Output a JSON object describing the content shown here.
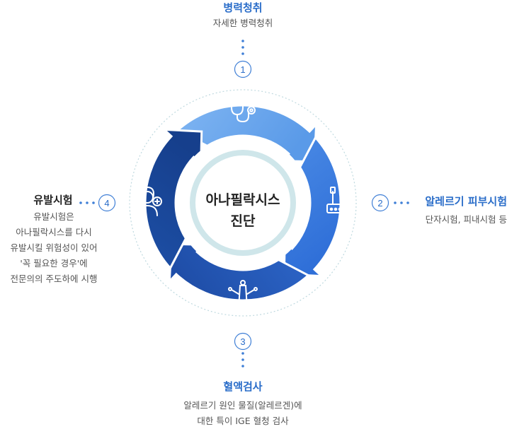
{
  "center": {
    "line1": "아나필락시스",
    "line2": "진단"
  },
  "colors": {
    "accent": "#2f6fd1",
    "label": "#2a6dc9",
    "step_border": "#3f7fd6",
    "dot": "#3f7fd6",
    "ring_inner": "#cfe6ea"
  },
  "steps": [
    {
      "number": "1",
      "title": "병력청취",
      "desc": [
        "자세한 병력청취"
      ],
      "icon": "stethoscope-icon"
    },
    {
      "number": "2",
      "title": "알레르기 피부시험",
      "desc": [
        "단자시험, 피내시험 등"
      ],
      "icon": "skin-test-icon"
    },
    {
      "number": "3",
      "title": "혈액검사",
      "desc": [
        "알레르기 원인 물질(알레르겐)에",
        "대한 특이 IGE 혈청 검사"
      ],
      "icon": "blood-test-icon"
    },
    {
      "number": "4",
      "title": "유발시험",
      "desc": [
        "유발시험은",
        "아나필락시스를 다시",
        "유발시킬 위험성이 있어",
        "'꼭 필요한 경우'에",
        "전문의의 주도하에 시행"
      ],
      "icon": "doctor-icon"
    }
  ]
}
